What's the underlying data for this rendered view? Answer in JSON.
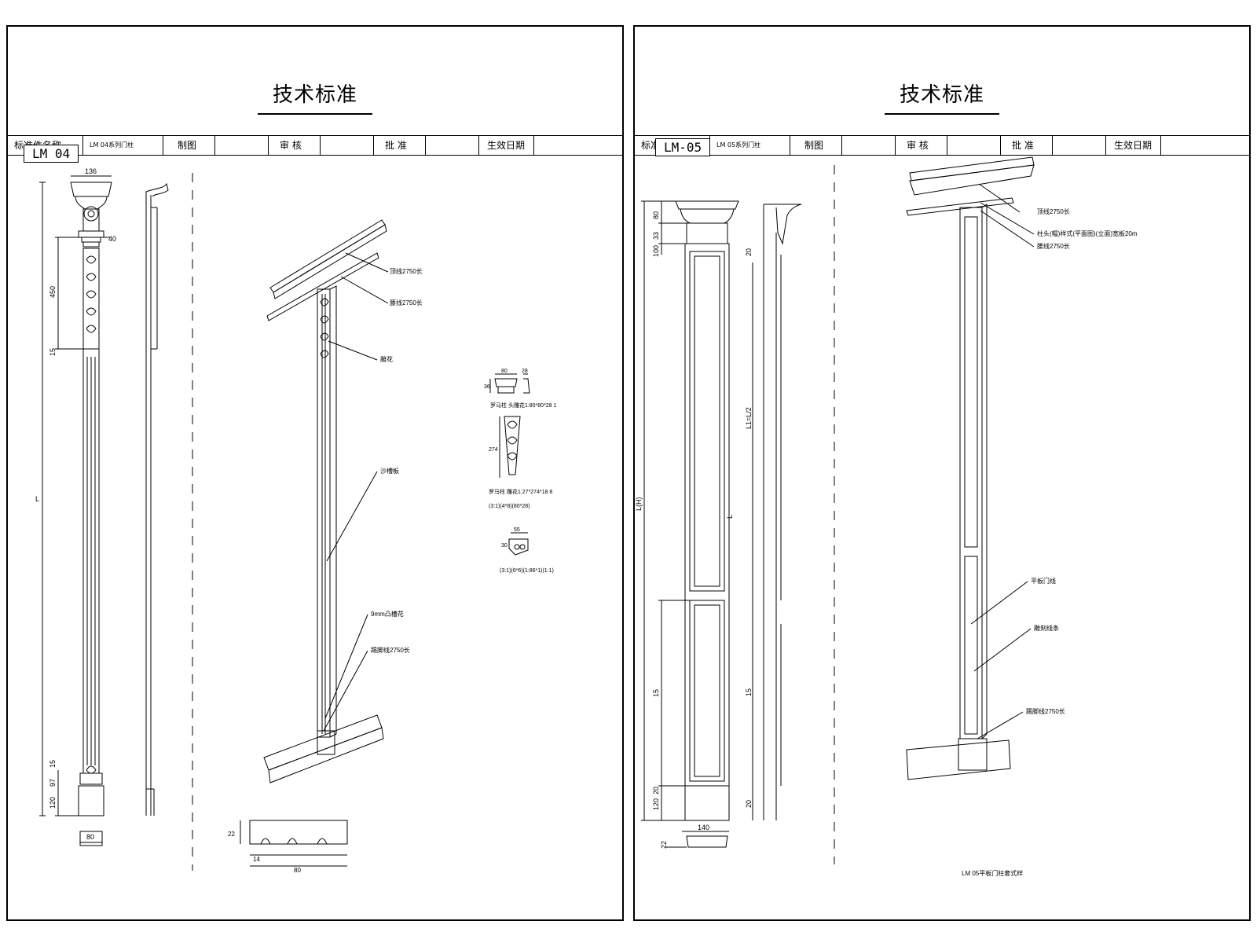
{
  "sheets": [
    {
      "title": "技术标准",
      "title_block": {
        "name_label": "标准件名称",
        "name_value": "LM 04系列门柱",
        "draw_label": "制图",
        "check_label": "审 核",
        "approve_label": "批 准",
        "effective_label": "生效日期"
      },
      "part_code": "LM 04",
      "dimensions": [
        "136",
        "40",
        "450",
        "15",
        "L",
        "15",
        "97",
        "120",
        "80",
        "22",
        "80",
        "14"
      ],
      "callouts": [
        "顶线2750长",
        "腰线2750长",
        "雕花",
        "沙槽板",
        "9mm凸槽花",
        "踢脚线2750长"
      ],
      "detail_notes": [
        "罗马柱 头雕花1:80*80*28 1",
        "罗马柱 雕花1:27*274*18 8",
        "(3:1)(4*8)(80*28)",
        "(3:1)(6*6)(1:86*1)(1:1)"
      ],
      "detail_dims": [
        "80",
        "28",
        "36",
        "274",
        "55",
        "30"
      ]
    },
    {
      "title": "技术标准",
      "title_block": {
        "name_label": "标准件名称",
        "name_value": "LM 05系列门柱",
        "draw_label": "制图",
        "check_label": "审 核",
        "approve_label": "批 准",
        "effective_label": "生效日期"
      },
      "part_code": "LM-05",
      "dimensions": [
        "80",
        "33",
        "100",
        "20",
        "L(H)",
        "L",
        "L1=L/2",
        "15",
        "15",
        "20",
        "120",
        "20",
        "140",
        "22"
      ],
      "callouts": [
        "顶线2750长",
        "柱头(帽)样式(平面图)(立面)宽板20m",
        "腰线2750长",
        "平板门线",
        "雕刻线条",
        "踢脚线2750长"
      ],
      "footnote": "LM 05平板门柱套式样"
    }
  ]
}
